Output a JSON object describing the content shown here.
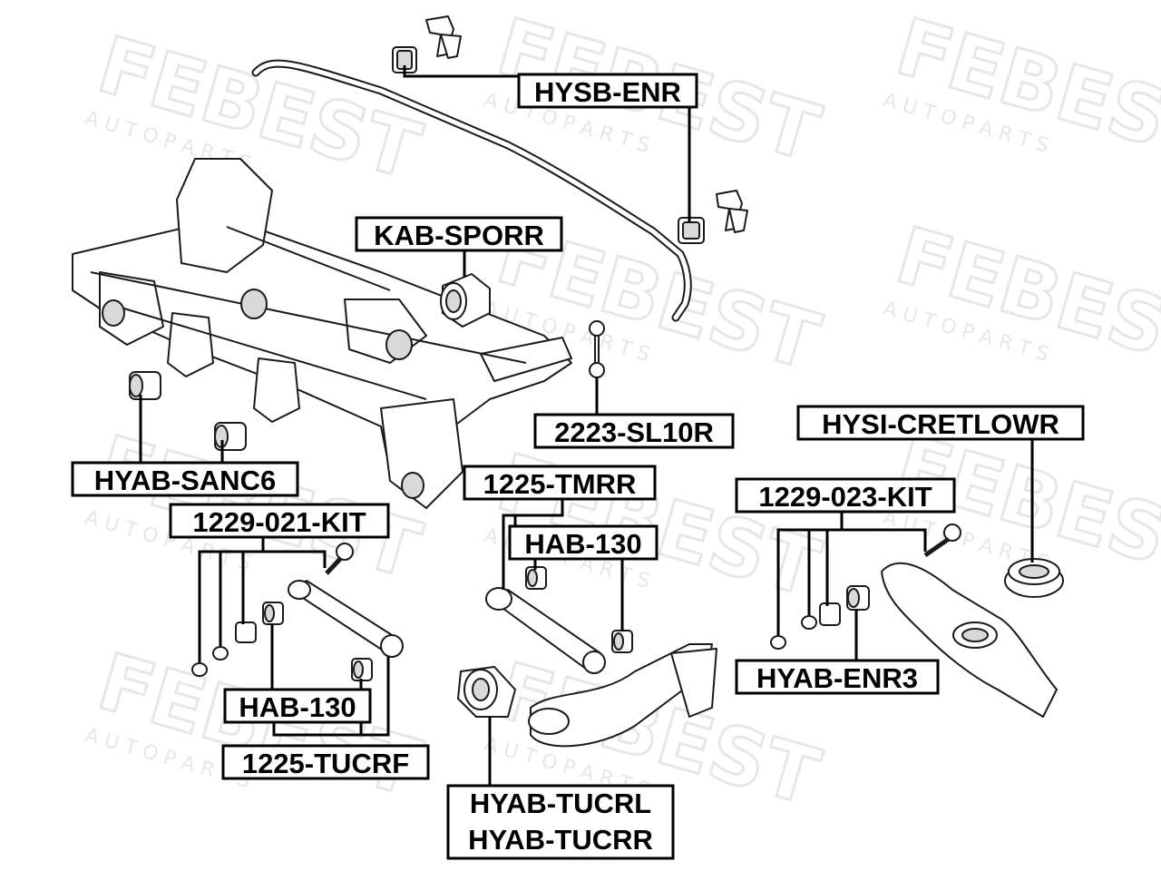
{
  "watermark": {
    "brand": "FEBEST",
    "sub": "A U T O   P A R T S"
  },
  "labels": {
    "hysb_enr": "HYSB-ENR",
    "kab_sporr": "KAB-SPORR",
    "sl10r": "2223-SL10R",
    "hysi_cretlowr": "HYSI-CRETLOWR",
    "hyab_sanc6": "HYAB-SANC6",
    "tmrr": "1225-TMRR",
    "kit_023": "1229-023-KIT",
    "kit_021": "1229-021-KIT",
    "hab130_a": "HAB-130",
    "hyab_enr3": "HYAB-ENR3",
    "hab130_b": "HAB-130",
    "tucrf": "1225-TUCRF",
    "tucrl": "HYAB-TUCRL",
    "tucrr": "HYAB-TUCRR"
  },
  "colors": {
    "ink": "#000000",
    "watermark": "#e8e8e8",
    "parts_fill": "#ffffff",
    "parts_shade": "#d9d9d9"
  }
}
